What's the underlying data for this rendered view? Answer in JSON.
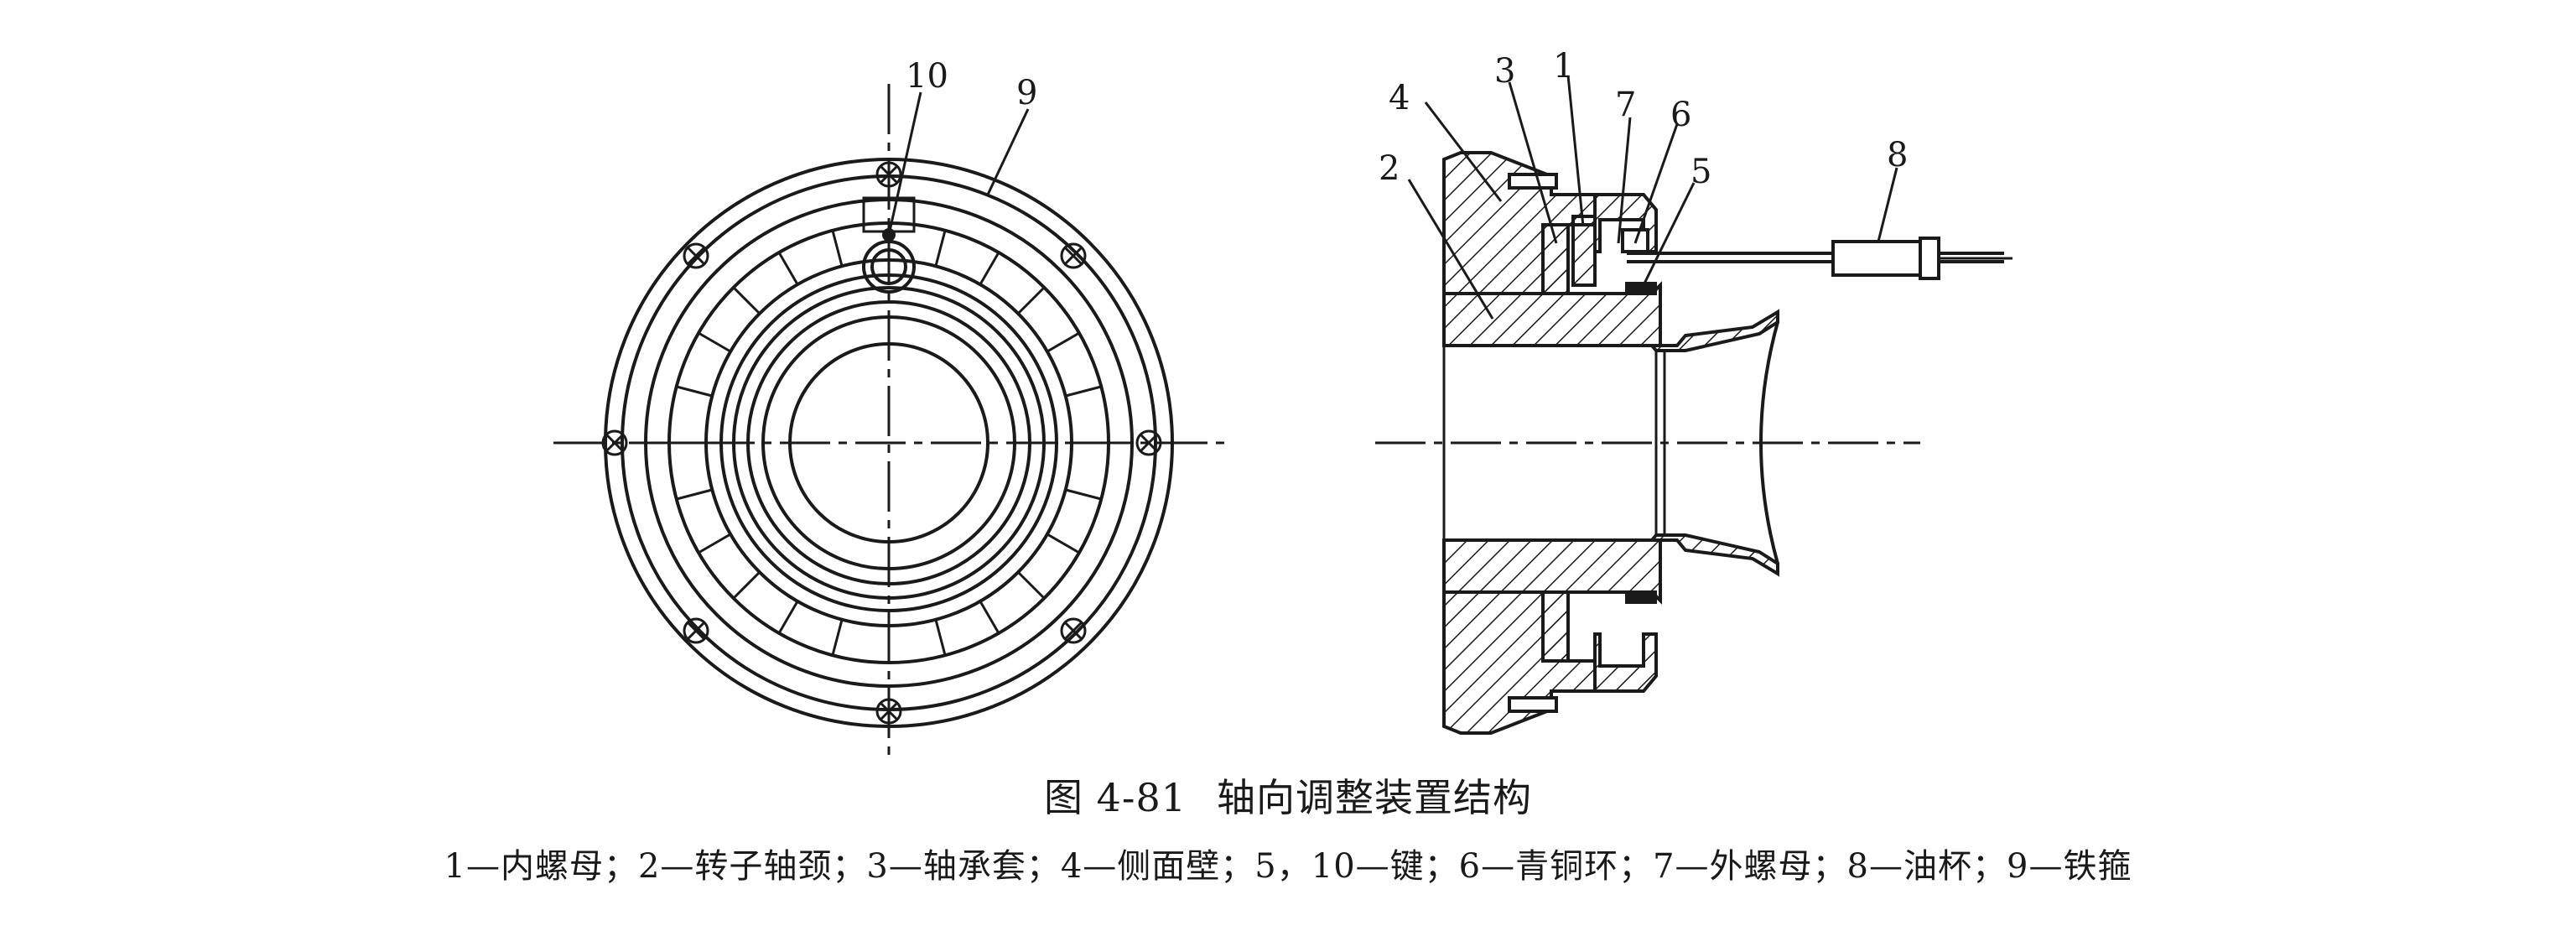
{
  "figure": {
    "number": "图 4-81",
    "title": "轴向调整装置结构",
    "legend": "1—内螺母；2—转子轴颈；3—轴承套；4—侧面壁；5，10—键；6—青铜环；7—外螺母；8—油杯；9—铁箍"
  },
  "callouts": {
    "front_view": [
      "10",
      "9"
    ],
    "section_view": [
      "4",
      "3",
      "1",
      "7",
      "6",
      "2",
      "5",
      "8"
    ]
  },
  "colors": {
    "ink": "#1a1a1a",
    "background": "#ffffff"
  }
}
